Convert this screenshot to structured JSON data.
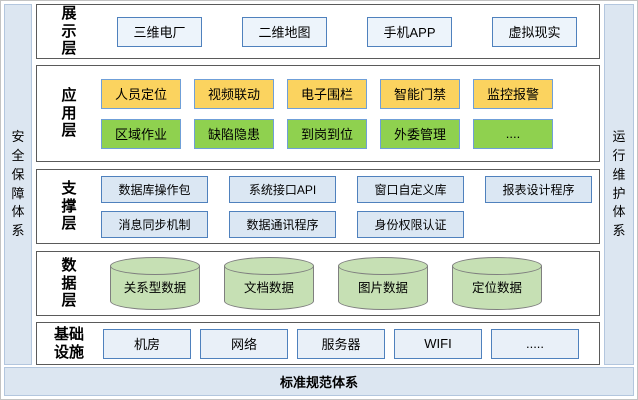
{
  "frame": {
    "left_rail": {
      "label": "安全保障体系"
    },
    "right_rail": {
      "label": "运行维护体系"
    },
    "bottom_rail": {
      "label": "标准规范体系"
    }
  },
  "layers": [
    {
      "name": "presentation",
      "label": "展示层",
      "boxes": [
        "三维电厂",
        "二维地图",
        "手机APP",
        "虚拟现实"
      ]
    },
    {
      "name": "application",
      "label": "应用层",
      "rows": [
        [
          "人员定位",
          "视频联动",
          "电子围栏",
          "智能门禁",
          "监控报警"
        ],
        [
          "区域作业",
          "缺陷隐患",
          "到岗到位",
          "外委管理",
          "...."
        ]
      ]
    },
    {
      "name": "support",
      "label": "支撑层",
      "rows": [
        [
          "数据库操作包",
          "系统接口API",
          "窗口自定义库",
          "报表设计程序"
        ],
        [
          "消息同步机制",
          "数据通讯程序",
          "身份权限认证"
        ]
      ]
    },
    {
      "name": "data",
      "label": "数据层",
      "cylinders": [
        "关系型数据",
        "文档数据",
        "图片数据",
        "定位数据"
      ]
    },
    {
      "name": "infrastructure",
      "label": "基础设施",
      "boxes": [
        "机房",
        "网络",
        "服务器",
        "WIFI",
        "....."
      ]
    }
  ],
  "colors": {
    "rail_background": "#dce6f1",
    "application_row1": "#fbd35f",
    "application_row2": "#8fd14f",
    "cylinder_fill": "#c6e0b4",
    "light_blue_box": "#dbe7f3",
    "box_border_blue": "#4f81bd",
    "band_border": "#5a5a5a"
  }
}
